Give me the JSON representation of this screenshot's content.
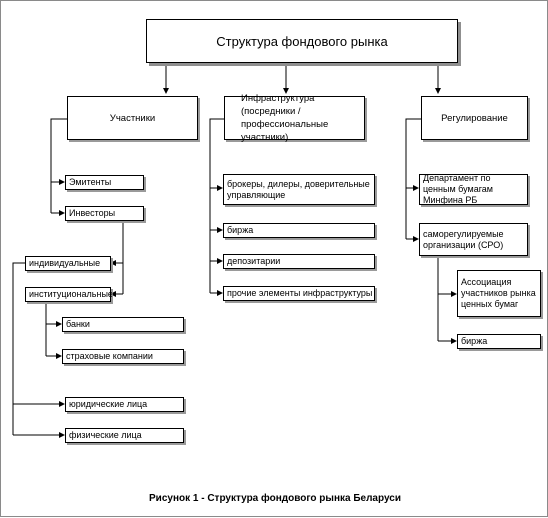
{
  "diagram": {
    "title": "Структура фондового рынка",
    "headers": {
      "participants": "Участники",
      "infrastructure": "Инфраструктура (посредники / профессиональные участники)",
      "regulation": "Регулирование"
    },
    "participants": {
      "issuers": "Эмитенты",
      "investors": "Инвесторы",
      "individual": "индивидуальные",
      "institutional": "институциональные",
      "banks": "банки",
      "insurance": "страховые компании",
      "legal_entities": "юридические лица",
      "natural_persons": "физические лица"
    },
    "infrastructure": {
      "brokers": "брокеры, дилеры, доверительные управляющие",
      "exchange": "биржа",
      "depositories": "депозитарии",
      "other": "прочие элементы инфраструктуры"
    },
    "regulation": {
      "department": "Департамент по ценным бумагам Минфина РБ",
      "sro": "саморегулируемые организации (СРО)",
      "association": "Ассоциация участников рынка ценных бумаг",
      "exchange": "биржа"
    }
  },
  "caption": "Рисунок 1 - Структура фондового рынка Беларуси"
}
